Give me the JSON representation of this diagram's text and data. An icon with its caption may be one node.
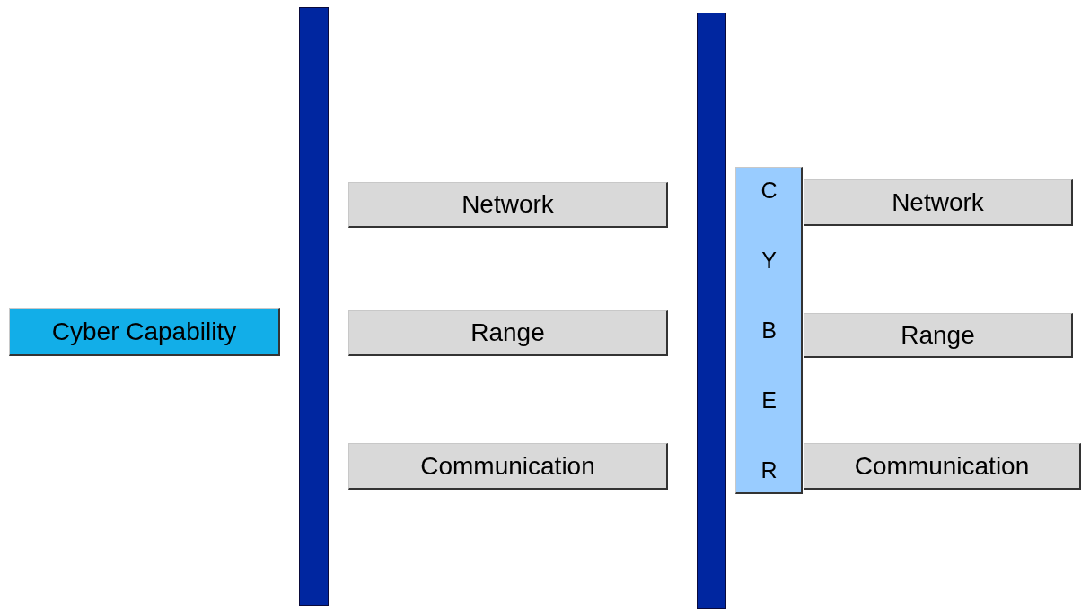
{
  "diagram": {
    "nodes": [
      {
        "text": [
          "Cyber Capability"
        ]
      },
      {
        "text": [],
        "shape": "bar"
      },
      {
        "text": [
          "Network"
        ]
      },
      {
        "text": [
          "Range"
        ]
      },
      {
        "text": [
          "Communication"
        ]
      },
      {
        "text": [],
        "shape": "bar"
      },
      {
        "text": [
          "CYBER"
        ]
      },
      {
        "text": [
          "Network"
        ]
      },
      {
        "text": [
          "Range"
        ]
      },
      {
        "text": [
          "Communication"
        ]
      }
    ]
  }
}
